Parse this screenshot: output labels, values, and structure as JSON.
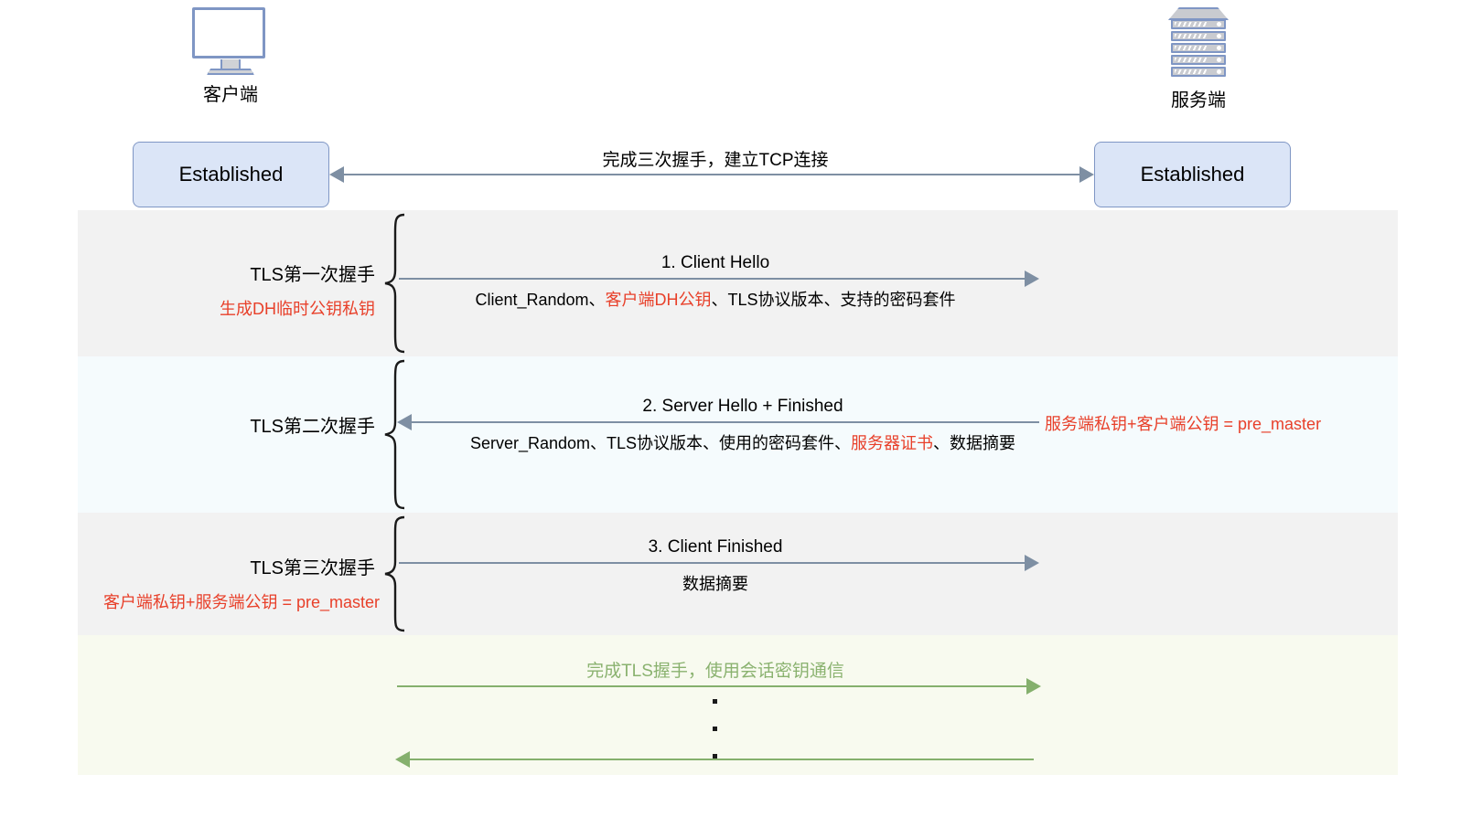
{
  "diagram": {
    "title": "TLS 1.2 DHE handshake sequence diagram"
  },
  "endpoints": {
    "client": {
      "label": "客户端",
      "icon": "monitor-icon",
      "state": "Established"
    },
    "server": {
      "label": "服务端",
      "icon": "server-rack-icon",
      "state": "Established"
    }
  },
  "tcp": {
    "label": "完成三次握手，建立TCP连接",
    "direction": "bidirectional"
  },
  "phases": [
    {
      "name": "TLS第一次握手",
      "note": "生成DH临时公钥私钥",
      "note_color": "#e8402a",
      "band_color": "#f2f2f2",
      "message_title": "1. Client Hello",
      "message_detail_parts": [
        {
          "text": "Client_Random、",
          "color": "#000000"
        },
        {
          "text": "客户端DH公钥",
          "color": "#e8402a"
        },
        {
          "text": "、TLS协议版本、支持的密码套件",
          "color": "#000000"
        }
      ],
      "direction": "right"
    },
    {
      "name": "TLS第二次握手",
      "note": "服务端私钥+客户端公钥 = pre_master",
      "note_color": "#e8402a",
      "band_color": "#f5fbfd",
      "message_title": "2. Server Hello + Finished",
      "message_detail_parts": [
        {
          "text": "Server_Random、TLS协议版本、使用的密码套件、",
          "color": "#000000"
        },
        {
          "text": "服务器证书",
          "color": "#e8402a"
        },
        {
          "text": "、数据摘要",
          "color": "#000000"
        }
      ],
      "direction": "left"
    },
    {
      "name": "TLS第三次握手",
      "note": "客户端私钥+服务端公钥 = pre_master",
      "note_color": "#e8402a",
      "band_color": "#f2f2f2",
      "message_title": "3. Client Finished",
      "message_detail_parts": [
        {
          "text": "数据摘要",
          "color": "#000000"
        }
      ],
      "direction": "right"
    }
  ],
  "application_data": {
    "label": "完成TLS握手，使用会话密钥通信",
    "label_color": "#8ab26f",
    "band_color": "#f8faef",
    "arrow_color": "#85b06d",
    "directions": [
      "right",
      "left"
    ],
    "ellipsis_dots": 3
  },
  "colors": {
    "state_box_fill": "#dbe5f7",
    "state_box_border": "#7f96c4",
    "arrow_gray": "#7e8fa3",
    "red_text": "#e8402a",
    "green_text": "#8ab26f",
    "icon_stroke": "#7f96c4"
  }
}
